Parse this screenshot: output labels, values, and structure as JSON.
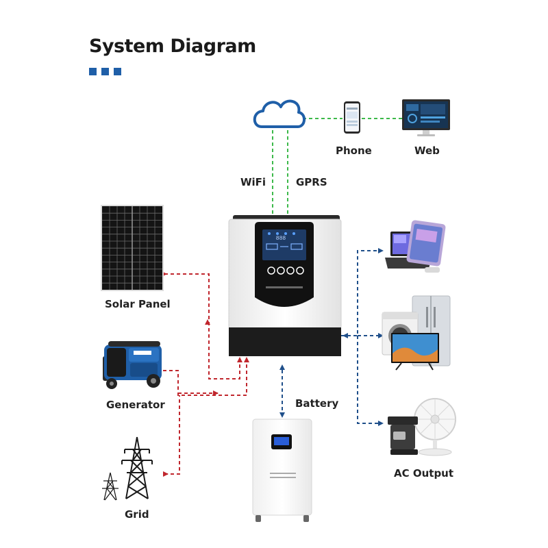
{
  "title": "System Diagram",
  "labels": {
    "wifi": "WiFi",
    "gprs": "GPRS",
    "phone": "Phone",
    "web": "Web",
    "solar_panel": "Solar Panel",
    "generator": "Generator",
    "grid": "Grid",
    "battery": "Battery",
    "ac_output": "AC Output"
  },
  "colors": {
    "accent": "#1f5fa8",
    "comm_line": "#3cb94a",
    "input_line": "#c0262d",
    "output_line": "#1f4f8a"
  },
  "icons": [
    "cloud-icon",
    "phone-icon",
    "monitor-icon",
    "solar-panel-icon",
    "generator-icon",
    "power-tower-icon",
    "laptop-icon",
    "washing-machine-icon",
    "tv-icon",
    "fridge-icon",
    "coffee-maker-icon",
    "fan-icon"
  ]
}
